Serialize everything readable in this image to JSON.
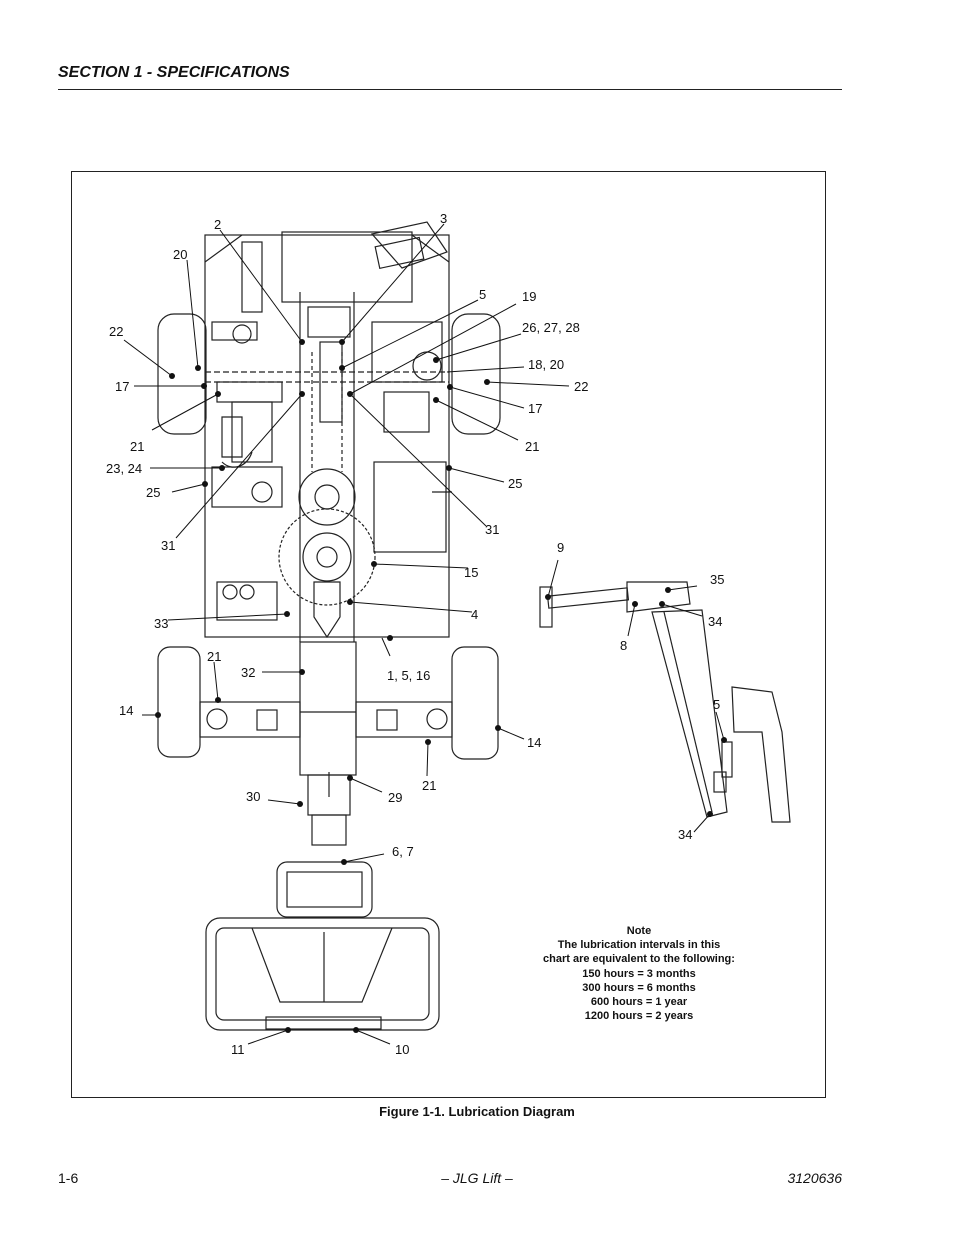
{
  "header": {
    "section_title": "SECTION 1 - SPECIFICATIONS"
  },
  "figure": {
    "caption": "Figure 1-1.  Lubrication Diagram",
    "callouts": [
      "2",
      "3",
      "20",
      "5",
      "19",
      "26, 27, 28",
      "22",
      "18, 20",
      "17",
      "22",
      "17",
      "21",
      "21",
      "23, 24",
      "25",
      "25",
      "31",
      "31",
      "9",
      "35",
      "15",
      "4",
      "34",
      "33",
      "8",
      "21",
      "32",
      "1, 5, 16",
      "14",
      "5",
      "14",
      "21",
      "30",
      "29",
      "34",
      "6, 7",
      "11",
      "10"
    ],
    "note": {
      "title": "Note",
      "lines": [
        "The lubrication intervals in this",
        "chart are equivalent to the following:",
        "150 hours = 3 months",
        "300 hours = 6 months",
        "600 hours = 1 year",
        "1200 hours = 2 years"
      ]
    }
  },
  "footer": {
    "page_number": "1-6",
    "brand": "– JLG Lift –",
    "doc_number": "3120636"
  }
}
